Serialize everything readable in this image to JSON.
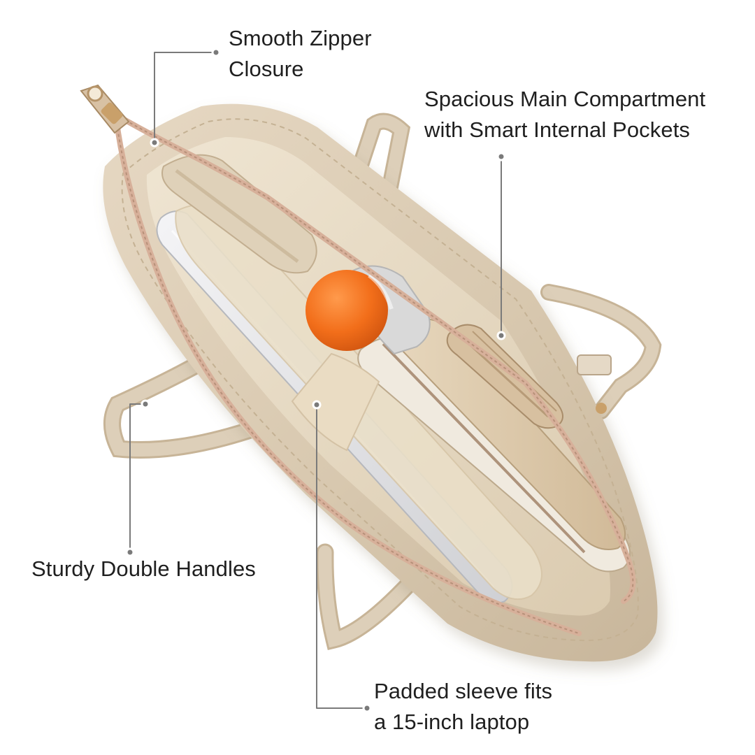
{
  "callouts": {
    "zipper": {
      "line1": "Smooth Zipper",
      "line2": "Closure"
    },
    "compartment": {
      "line1": "Spacious Main Compartment",
      "line2": "with Smart Internal Pockets"
    },
    "handles": {
      "line1": "Sturdy Double Handles"
    },
    "sleeve": {
      "line1": "Padded sleeve fits",
      "line2": "a 15-inch laptop"
    }
  },
  "colors": {
    "background": "#ffffff",
    "text": "#1f1f1f",
    "leader_line": "#7a7a7a",
    "bag_leather": "#d9cab3",
    "bag_shadow": "#bfae94",
    "lining_satin": "#e8dcc2",
    "bottle_cap": "#f26e1a",
    "laptop_silver": "#e6e6e8",
    "zipper_tape": "#d7b09a"
  }
}
